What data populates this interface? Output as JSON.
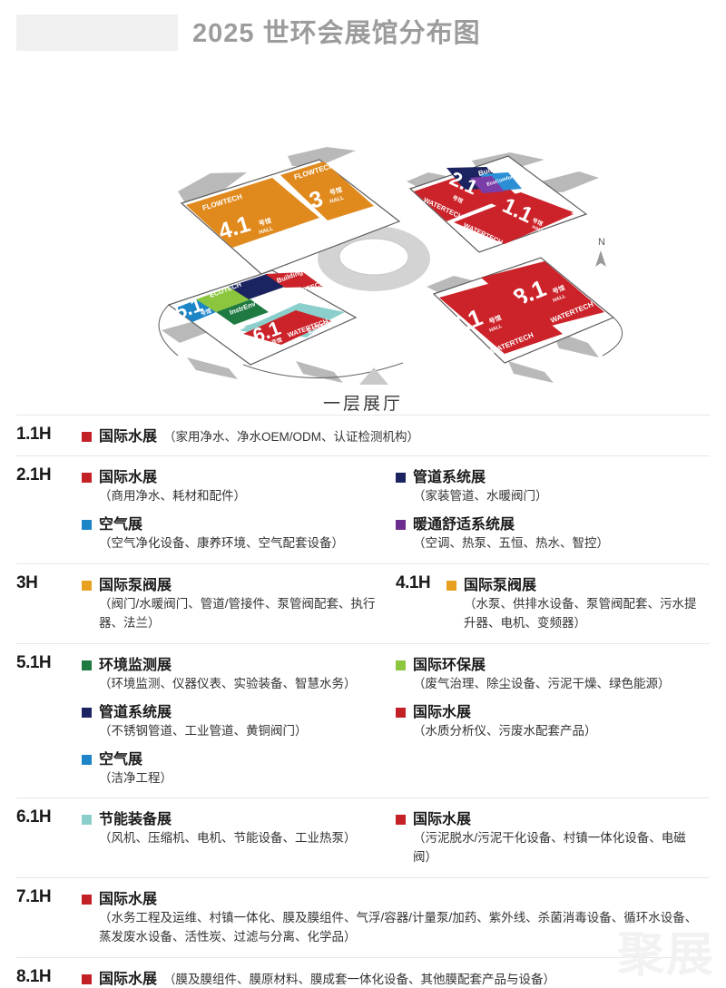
{
  "header": {
    "title": "2025 世环会展馆分布图"
  },
  "map": {
    "floor_label": "一层展厅",
    "compass_label": "N",
    "halls": [
      {
        "id": "3H",
        "number": "3",
        "suffix": "号馆",
        "brand": "FLOWTECH",
        "color": "#E08A1E"
      },
      {
        "id": "4.1H",
        "number": "4.1",
        "suffix": "号馆",
        "brand": "FLOWTECH",
        "color": "#E08A1E"
      },
      {
        "id": "2.1H",
        "number": "2.1",
        "suffix": "号馆",
        "brand": "Build",
        "color": "#1B2360"
      },
      {
        "id": "1.1H",
        "number": "1.1",
        "suffix": "号馆",
        "brand": "WATERTECH",
        "color": "#CC2229"
      },
      {
        "id": "8.1H",
        "number": "8.1",
        "suffix": "号馆",
        "brand": "WATERTECH",
        "color": "#CC2229"
      },
      {
        "id": "7.1H",
        "number": "7.1",
        "suffix": "号馆",
        "brand": "WATERTECH",
        "color": "#CC2229"
      },
      {
        "id": "5.1H",
        "number": "5.1",
        "suffix": "号馆",
        "brand": "ECOTECH",
        "color": "#1B85C8"
      },
      {
        "id": "6.1H",
        "number": "6.1",
        "suffix": "号馆",
        "brand": "ESTECH",
        "color": "#8ACFCB"
      }
    ],
    "brand_labels": {
      "flowtech": "FLOWTECH",
      "watertech": "WATERTECH",
      "building": "Building",
      "ecocomfort": "EcoComfort",
      "ecotech": "ECOTECH",
      "instrenv": "InstrEnv",
      "estech": "ESTECH"
    }
  },
  "legend": {
    "rows": [
      {
        "code": "1.1H",
        "layout": "inline",
        "left": [
          {
            "color": "#C42127",
            "title": "国际水展",
            "desc": "（家用净水、净水OEM/ODM、认证检测机构）",
            "inline": true
          }
        ],
        "right": []
      },
      {
        "code": "2.1H",
        "layout": "two-col",
        "left": [
          {
            "color": "#C42127",
            "title": "国际水展",
            "desc": "（商用净水、耗材和配件）",
            "inline": false
          },
          {
            "color": "#1B85C8",
            "title": "空气展",
            "desc": "（空气净化设备、康养环境、空气配套设备）",
            "inline": false
          }
        ],
        "right": [
          {
            "color": "#1B2360",
            "title": "管道系统展",
            "desc": "（家装管道、水暖阀门）",
            "inline": false
          },
          {
            "color": "#6B2D8E",
            "title": "暖通舒适系统展",
            "desc": "（空调、热泵、五恒、热水、智控）",
            "inline": false
          }
        ]
      },
      {
        "code": "3H",
        "layout": "two-col",
        "right_code": "4.1H",
        "left": [
          {
            "color": "#E8A020",
            "title": "国际泵阀展",
            "desc": "（阀门/水暖阀门、管道/管接件、泵管阀配套、执行器、法兰）",
            "inline": false
          }
        ],
        "right": [
          {
            "color": "#E8A020",
            "title": "国际泵阀展",
            "desc": "（水泵、供排水设备、泵管阀配套、污水提升器、电机、变频器）",
            "inline": false
          }
        ]
      },
      {
        "code": "5.1H",
        "layout": "two-col",
        "left": [
          {
            "color": "#1E7A41",
            "title": "环境监测展",
            "desc": "（环境监测、仪器仪表、实验装备、智慧水务）",
            "inline": false
          },
          {
            "color": "#1B2360",
            "title": "管道系统展",
            "desc": "（不锈钢管道、工业管道、黄铜阀门）",
            "inline": false
          },
          {
            "color": "#1B85C8",
            "title": "空气展",
            "desc": "（洁净工程）",
            "inline": false
          }
        ],
        "right": [
          {
            "color": "#8CC63F",
            "title": "国际环保展",
            "desc": "（废气治理、除尘设备、污泥干燥、绿色能源）",
            "inline": false
          },
          {
            "color": "#C42127",
            "title": "国际水展",
            "desc": "（水质分析仪、污废水配套产品）",
            "inline": false
          }
        ]
      },
      {
        "code": "6.1H",
        "layout": "two-col",
        "left": [
          {
            "color": "#8ACFCB",
            "title": "节能装备展",
            "desc": "（风机、压缩机、电机、节能设备、工业热泵）",
            "inline": false
          }
        ],
        "right": [
          {
            "color": "#C42127",
            "title": "国际水展",
            "desc": "（污泥脱水/污泥干化设备、村镇一体化设备、电磁阀）",
            "inline": false
          }
        ]
      },
      {
        "code": "7.1H",
        "layout": "full",
        "left": [
          {
            "color": "#C42127",
            "title": "国际水展",
            "desc": "（水务工程及运维、村镇一体化、膜及膜组件、气浮/容器/计量泵/加药、紫外线、杀菌消毒设备、循环水设备、蒸发废水设备、活性炭、过滤与分离、化学品）",
            "inline": false
          }
        ],
        "right": []
      },
      {
        "code": "8.1H",
        "layout": "inline",
        "left": [
          {
            "color": "#C42127",
            "title": "国际水展",
            "desc": "（膜及膜组件、膜原材料、膜成套一体化设备、其他膜配套产品与设备）",
            "inline": true
          }
        ],
        "right": []
      }
    ]
  },
  "watermark": {
    "text": "聚展"
  }
}
